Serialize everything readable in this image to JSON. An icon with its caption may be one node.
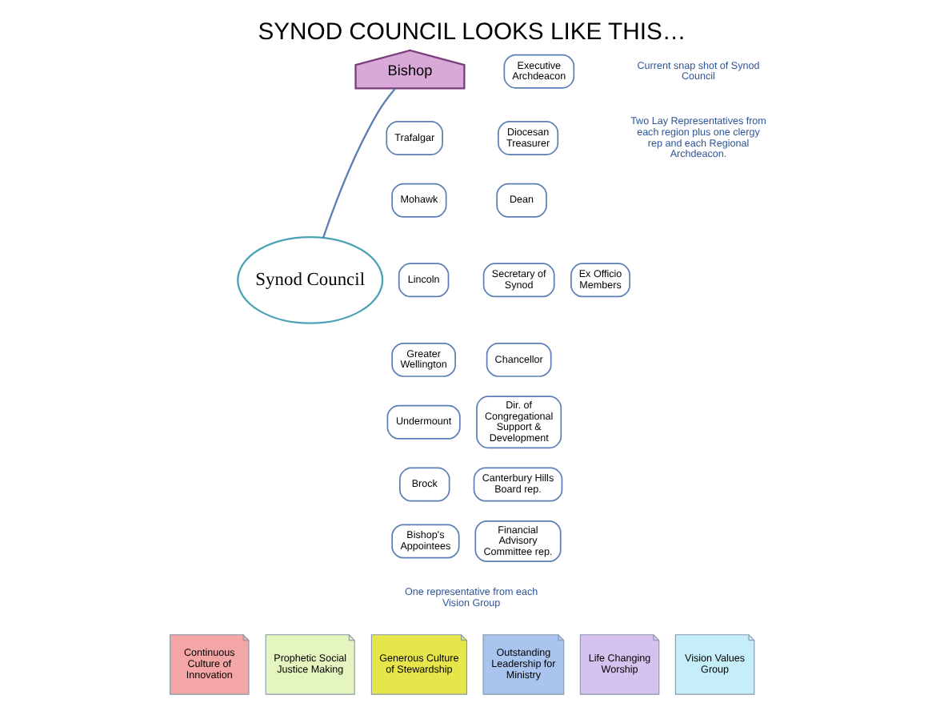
{
  "diagram": {
    "title": "SYNOD COUNCIL LOOKS LIKE THIS…",
    "nodes": [
      {
        "text": [
          "Bishop"
        ]
      },
      {
        "text": [
          "Executive Archdeacon"
        ]
      },
      {
        "text": [
          "Diocesan Treasurer"
        ]
      },
      {
        "text": [
          "Dean"
        ]
      },
      {
        "text": [
          "Secretary of Synod"
        ]
      },
      {
        "text": [
          "Chancellor"
        ]
      },
      {
        "text": [
          "Dir. of Congregational Support & Development"
        ]
      },
      {
        "text": [
          "Canterbury Hills Board rep."
        ]
      },
      {
        "text": [
          "Financial Advisory Committee rep."
        ]
      },
      {
        "text": [
          "Ex Officio Members"
        ]
      },
      {
        "text": [
          "Synod Council"
        ]
      },
      {
        "text": [
          "Trafalgar"
        ]
      },
      {
        "text": [
          "Mohawk"
        ]
      },
      {
        "text": [
          "Lincoln"
        ]
      },
      {
        "text": [
          "Greater Wellington"
        ]
      },
      {
        "text": [
          "Undermount"
        ]
      },
      {
        "text": [
          "Brock"
        ]
      },
      {
        "text": [
          "Bishop's Appointees"
        ]
      },
      {
        "text": [
          "Continuous Culture of Innovation"
        ]
      },
      {
        "text": [
          "Prophetic Social Justice Making"
        ]
      },
      {
        "text": [
          "Generous Culture of Stewardship"
        ]
      },
      {
        "text": [
          "Outstanding Leadership for Ministry"
        ]
      },
      {
        "text": [
          "Life Changing Worship"
        ]
      },
      {
        "text": [
          "Vision Values Group"
        ]
      }
    ],
    "edges": [
      {
        "from": 0,
        "to": 10,
        "arrow": "none"
      }
    ],
    "labels": [
      "Current snap shot of Synod Council",
      "Two Lay Representatives from each region plus one clergy rep and each Regional Archdeacon.",
      "One representative from each Vision Group"
    ]
  }
}
